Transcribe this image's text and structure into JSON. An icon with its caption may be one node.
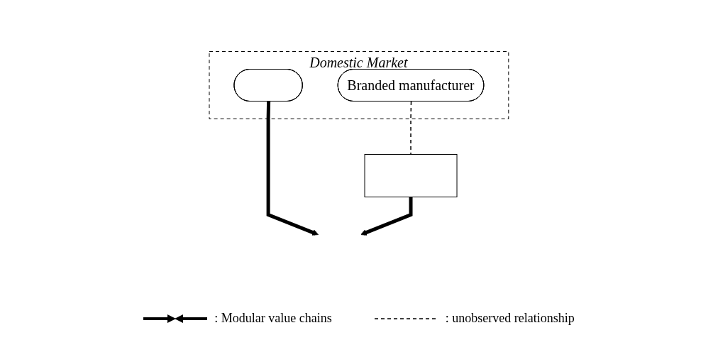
{
  "diagram": {
    "nodes": [
      {
        "text": [
          "Domestic Market"
        ]
      },
      {
        "text": [],
        "shape": "ellipse",
        "in": 0
      },
      {
        "text": [
          "Branded manufacturer"
        ],
        "in": 0
      },
      {
        "text": [],
        "shape": "box"
      }
    ],
    "edges": [
      {
        "from": 1,
        "to": null,
        "arrow": "to"
      },
      {
        "from": 3,
        "to": null,
        "arrow": "to"
      },
      {
        "from": 2,
        "to": 3,
        "arrow": "none",
        "style": "dashed"
      }
    ],
    "legend": [
      {
        "text": ": Modular value chains"
      },
      {
        "text": ": unobserved relationship"
      }
    ]
  }
}
